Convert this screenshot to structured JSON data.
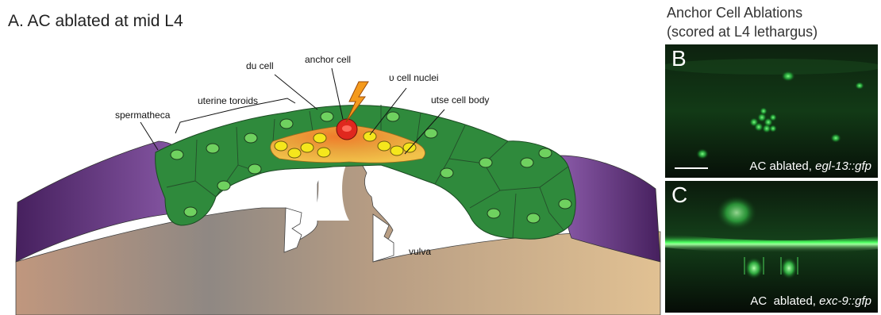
{
  "panel_a": {
    "title": "A. AC ablated at mid L4",
    "labels": {
      "du_cell": "du cell",
      "anchor_cell": "anchor cell",
      "v_cell_nuclei": "υ cell nuclei",
      "utse_cell_body": "utse cell body",
      "uterine_toroids": "uterine toroids",
      "spermatheca": "spermatheca",
      "vulva": "vulva"
    }
  },
  "right": {
    "heading_line1": "Anchor Cell Ablations",
    "heading_line2": "(scored at L4 lethargus)",
    "panel_b": {
      "letter": "B",
      "caption_prefix": "AC ablated, ",
      "caption_gene": "egl-13::gfp"
    },
    "panel_c": {
      "letter": "C",
      "caption_prefix": "AC  ablated, ",
      "caption_gene": "exc-9::gfp"
    }
  },
  "colors": {
    "uterus_green": "#2f8a3c",
    "nucleus_green": "#6fd15f",
    "spermatheca_purple": "#6b3a8c",
    "anchor_cell_red": "#e0281e",
    "v_nuclei_yellow": "#f5e61c",
    "utse_orange": "#e9a33a",
    "tissue_tan": "#b49a80",
    "gfp_green": "#3dff5a"
  }
}
